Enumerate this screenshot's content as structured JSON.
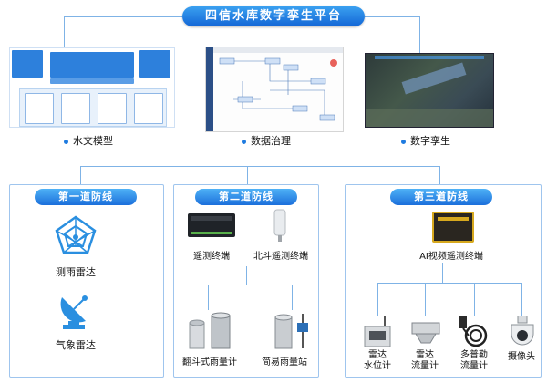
{
  "title": "四信水库数字孪生平台",
  "top_items": [
    {
      "label": "水文模型"
    },
    {
      "label": "数据治理"
    },
    {
      "label": "数字孪生"
    }
  ],
  "lines": [
    {
      "title": "第一道防线",
      "devices": [
        "测雨雷达",
        "气象雷达"
      ]
    },
    {
      "title": "第二道防线",
      "devices": [
        "遥测终端",
        "北斗遥测终端",
        "翻斗式雨量计",
        "简易雨量站"
      ]
    },
    {
      "title": "第三道防线",
      "devices": [
        "AI视频遥测终端",
        "雷达\n水位计",
        "雷达\n流量计",
        "多普勒\n流量计",
        "摄像头"
      ]
    }
  ],
  "colors": {
    "accent": "#1b6fdb",
    "line": "#7fb3e6",
    "panel_border": "#9fc5ee",
    "icon": "#2a8fe0"
  }
}
